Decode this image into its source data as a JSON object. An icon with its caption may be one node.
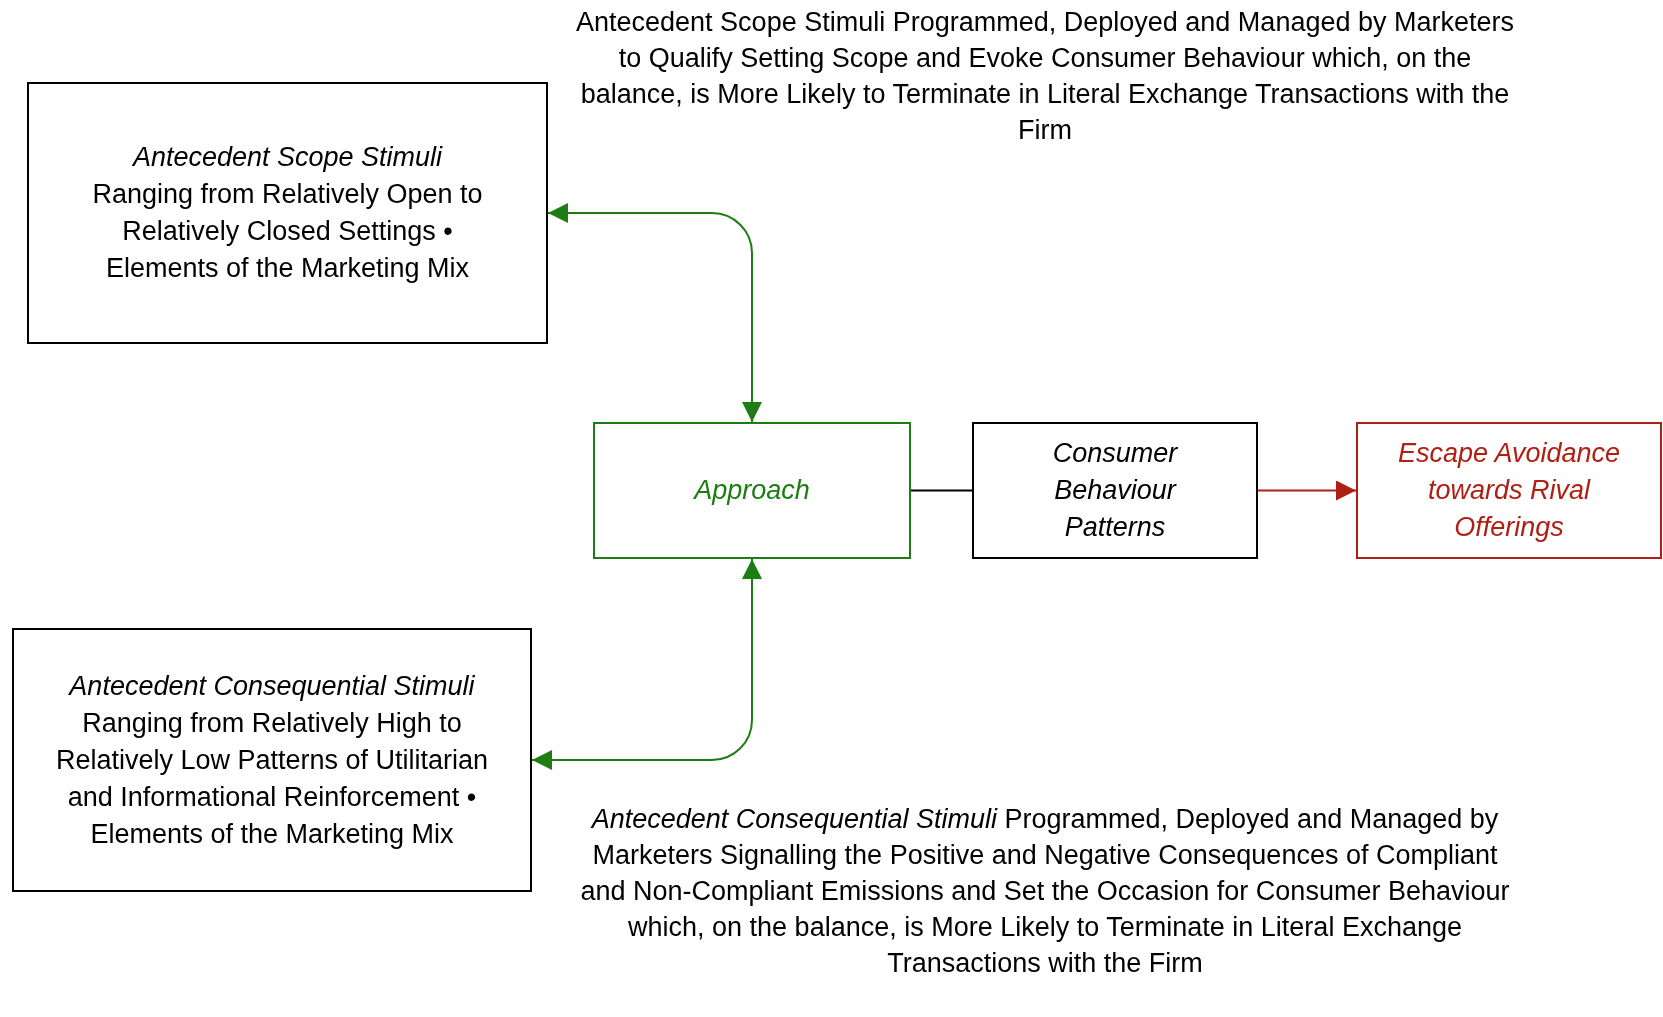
{
  "diagram": {
    "nodes": [
      {
        "text": [
          "Antecedent Scope Stimuli",
          "Ranging from Relatively Open to Relatively Closed Settings • Elements of the Marketing Mix"
        ]
      },
      {
        "text": [
          "Antecedent Consequential Stimuli",
          "Ranging from Relatively High to Relatively Low Patterns of Utilitarian and Informational Reinforcement • Elements of the Marketing Mix"
        ]
      },
      {
        "text": [
          "Approach"
        ]
      },
      {
        "text": [
          "Consumer Behaviour Patterns"
        ]
      },
      {
        "text": [
          "Escape Avoidance towards Rival Offerings"
        ]
      }
    ],
    "edges": [
      {
        "from": 0,
        "to": 2,
        "arrow": "both",
        "color": "#1e7d12"
      },
      {
        "from": 1,
        "to": 2,
        "arrow": "both",
        "color": "#1e7d12"
      },
      {
        "from": 2,
        "to": 3,
        "arrow": "none",
        "color": "#000000"
      },
      {
        "from": 3,
        "to": 4,
        "arrow": "to",
        "color": "#b01f14"
      }
    ],
    "labels": [
      "Antecedent Scope Stimuli Programmed, Deployed and Managed by Marketers to Qualify Setting Scope and Evoke Consumer Behaviour which, on the balance, is More Likely to Terminate in Literal Exchange Transactions with the Firm",
      "*Antecedent Consequential Stimuli* Programmed, Deployed and Managed by Marketers Signalling the Positive and Negative Consequences of Compliant and Non-Compliant Emissions and Set the Occasion for Consumer Behaviour which, on the balance, is More Likely to Terminate in Literal Exchange Transactions with the Firm"
    ]
  }
}
